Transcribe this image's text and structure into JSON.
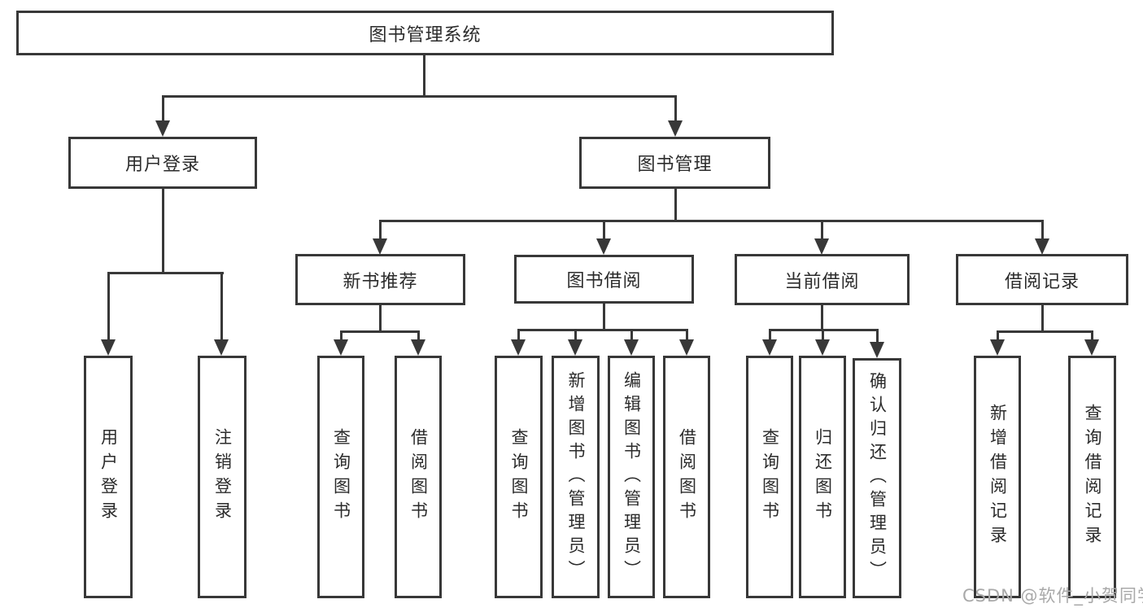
{
  "diagram_type": "hierarchy-tree",
  "colors": {
    "background": "#ffffff",
    "line": "#383838",
    "node_border": "#383838",
    "text": "#2b2b2b",
    "watermark": "#a9a9a9"
  },
  "watermark": {
    "text": "CSDN @软件_小贺同学"
  },
  "tree": {
    "label": "图书管理系统",
    "children": [
      {
        "label": "用户登录",
        "children": [
          {
            "label": "用户登录"
          },
          {
            "label": "注销登录"
          }
        ]
      },
      {
        "label": "图书管理",
        "children": [
          {
            "label": "新书推荐",
            "children": [
              {
                "label": "查询图书"
              },
              {
                "label": "借阅图书"
              }
            ]
          },
          {
            "label": "图书借阅",
            "children": [
              {
                "label": "查询图书"
              },
              {
                "label": "新增图书（管理员）"
              },
              {
                "label": "编辑图书（管理员）"
              },
              {
                "label": "借阅图书"
              }
            ]
          },
          {
            "label": "当前借阅",
            "children": [
              {
                "label": "查询图书"
              },
              {
                "label": "归还图书"
              },
              {
                "label": "确认归还（管理员）"
              }
            ]
          },
          {
            "label": "借阅记录",
            "children": [
              {
                "label": "新增借阅记录"
              },
              {
                "label": "查询借阅记录"
              }
            ]
          }
        ]
      }
    ]
  }
}
